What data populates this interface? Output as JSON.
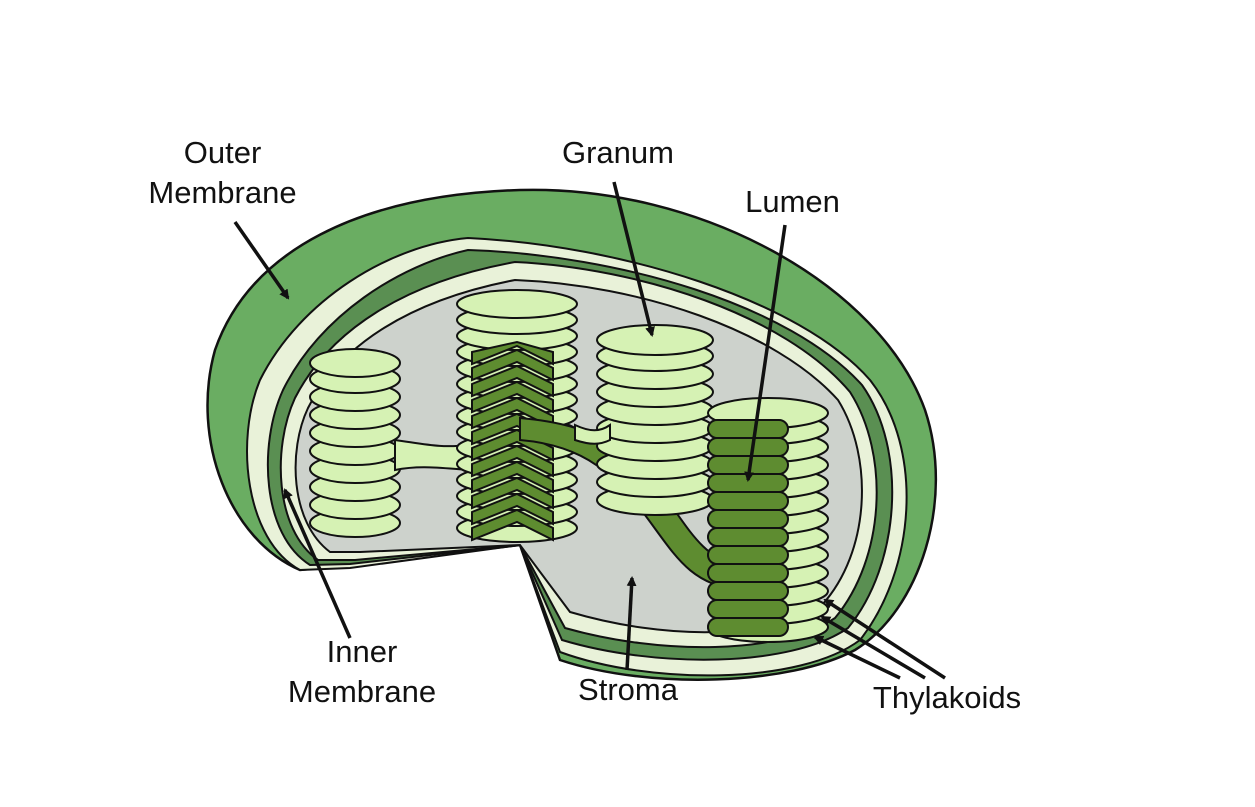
{
  "labels": {
    "outer_membrane": [
      "Outer",
      "Membrane"
    ],
    "granum": "Granum",
    "lumen": "Lumen",
    "inner_membrane": [
      "Inner",
      "Membrane"
    ],
    "stroma": "Stroma",
    "thylakoids": "Thylakoids"
  },
  "colors": {
    "outer_membrane": "#6aad62",
    "outer_membrane_dark": "#3d7a3c",
    "inner_space": "#e9f2d9",
    "inner_membrane": "#5a8f52",
    "stroma": "#cdd2cc",
    "thylakoid_light": "#d6f2b4",
    "thylakoid_dark": "#5e8c30",
    "outline": "#111111"
  }
}
